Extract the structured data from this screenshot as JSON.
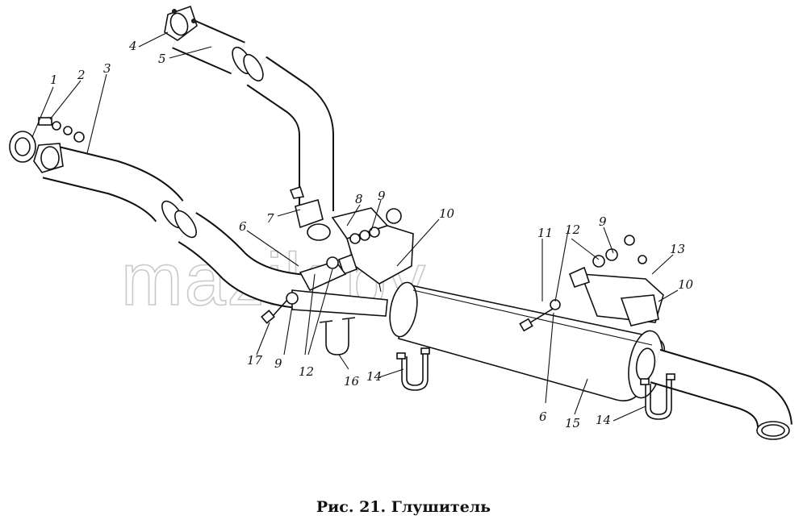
{
  "caption": "Рис. 21. Глушитель",
  "watermark": "mazik.by",
  "callouts": [
    "1",
    "2",
    "3",
    "4",
    "5",
    "6",
    "7",
    "8",
    "9",
    "10",
    "11",
    "12",
    "13",
    "14",
    "15",
    "16",
    "17"
  ],
  "colors": {
    "ink": "#111111",
    "paper": "#ffffff",
    "watermark": "#c9c9c9"
  }
}
